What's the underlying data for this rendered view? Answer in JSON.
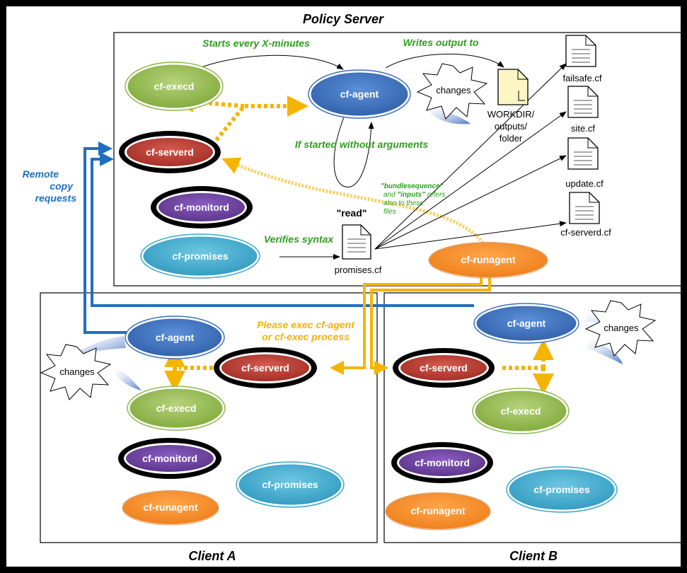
{
  "titles": {
    "policy_server": "Policy Server",
    "client_a": "Client A",
    "client_b": "Client B"
  },
  "daemons": {
    "server_execd": "cf-execd",
    "server_agent": "cf-agent",
    "server_serverd": "cf-serverd",
    "server_monitord": "cf-monitord",
    "server_promises": "cf-promises",
    "server_runagent": "cf-runagent",
    "a_agent": "cf-agent",
    "a_serverd": "cf-serverd",
    "a_execd": "cf-execd",
    "a_monitord": "cf-monitord",
    "a_promises": "cf-promises",
    "a_runagent": "cf-runagent",
    "b_agent": "cf-agent",
    "b_serverd": "cf-serverd",
    "b_execd": "cf-execd",
    "b_monitord": "cf-monitord",
    "b_promises": "cf-promises",
    "b_runagent": "cf-runagent"
  },
  "files": {
    "failsafe": "failsafe.cf",
    "site": "site.cf",
    "update": "update.cf",
    "serverd": "cf-serverd.cf",
    "promises": "promises.cf",
    "workdir_line1": "WORKDIR/",
    "workdir_line2": "outputs/",
    "workdir_line3": "folder"
  },
  "annotations": {
    "starts_every": "Starts every X-minutes",
    "writes_output": "Writes output to",
    "started_without_args": "If started without arguments",
    "verifies_syntax": "Verifies syntax",
    "read": "\"read\"",
    "bundle_line1": "\"bundlesequence\"",
    "bundle_line2_a": "and ",
    "bundle_line2_b": "\"inputs\"",
    "bundle_line2_c": " refers",
    "bundle_line3": "also to these",
    "bundle_line4": "files",
    "remote_line1": "Remote",
    "remote_line2": "copy",
    "remote_line3": "requests",
    "please_line1": "Please exec cf-agent",
    "please_line2": "or cf-exec process",
    "changes_server": "changes",
    "changes_a": "changes",
    "changes_b": "changes"
  },
  "colors": {
    "green_note": "#2e9e1e",
    "blue_note": "#1f6fc0",
    "orange_note": "#f5b400",
    "execd": "#8fb84a",
    "agent": "#3a6fbf",
    "serverd": "#b8382e",
    "monitord": "#6b3f9e",
    "promises": "#3aa8cc",
    "runagent": "#f08a2a"
  }
}
